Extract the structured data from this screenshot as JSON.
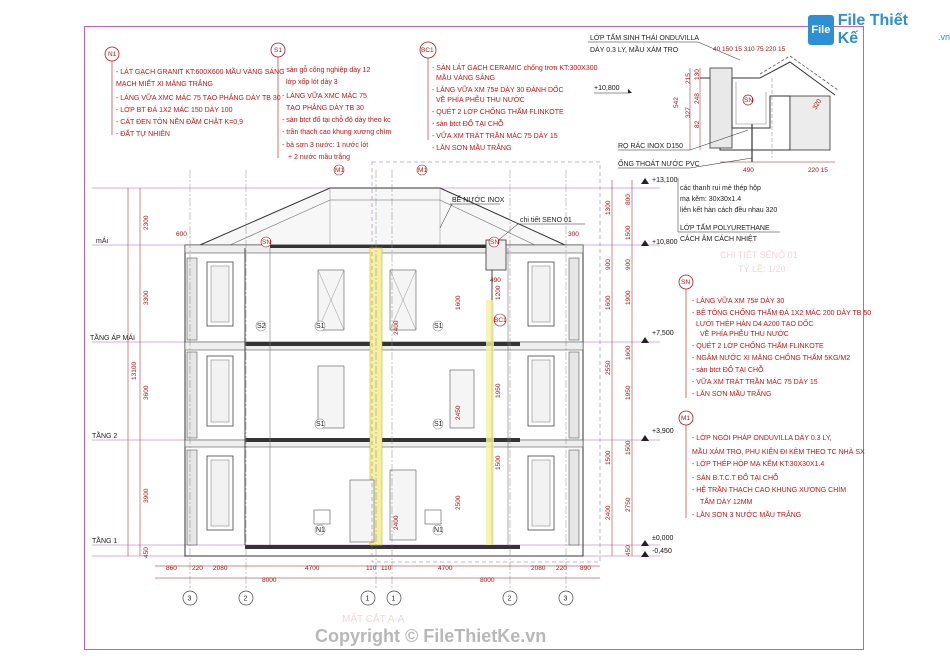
{
  "brand": {
    "name": "File Thiết Kế",
    "domain": ".vn",
    "mark": "File"
  },
  "copyright": "Copyright © FileThietKe.vn",
  "notes": {
    "N1": {
      "tag": "N1",
      "lines": [
        "- LÁT GẠCH GRANIT  KT:600X600 MẦU VÀNG SÁNG",
        "MẠCH MIẾT XI MĂNG TRẮNG",
        "- LÁNG VỮA XMC MÁC 75  TẠO PHẲNG DÀY TB 30",
        "- LỚP BT ĐÁ 1X2 MÁC 150 DÀY 100",
        "- CÁT ĐEN TÔN NỀN ĐẦM CHẶT K=0,9",
        "- ĐẤT TỰ NHIÊN"
      ]
    },
    "S1": {
      "tag": "S1",
      "lines": [
        "- sàn gỗ công nghiệp dày 12",
        "lớp xốp lót dày 3",
        "- LÁNG VỮA XMC MÁC 75",
        "TẠO PHẲNG DÀY TB 30",
        "- sàn btct đổ tại chỗ độ dày theo kc",
        "- trần thạch cao khung xương chìm",
        "- bả sơn 3 nước: 1 nước lót",
        "+ 2 nước mầu trắng"
      ]
    },
    "BC1": {
      "tag": "BC1",
      "lines": [
        "- SÀN LÁT GẠCH CERAMIC chống trơn KT:300X300",
        "MẦU VÀNG SÁNG",
        "- LÁNG VỮA XM  75# DÀY 30 ĐÁNH DỐC",
        "VỀ PHÍA PHỄU THU NƯỚC",
        "- QUÉT 2 LỚP CHỐNG THẤM FLINKOTE",
        "- sàn btct ĐỔ TẠI CHỖ",
        "- VỮA XM TRÁT TRẦN MÁC 75 DÀY 15",
        "- LĂN SƠN  MẦU TRẮNG"
      ]
    },
    "SN": {
      "tag": "SN",
      "lines": [
        "- LÁNG VỮA XM 75# DÀY 30",
        "- BÊ TÔNG CHỐNG THẤM ĐÁ 1X2 MÁC 200 DÀY TB 50",
        "LƯỚI THÉP HÀN D4 A200 TẠO DỐC",
        "VỀ PHÍA PHỄU THU NƯỚC",
        "- QUÉT 2 LỚP CHỐNG THẤM FLINKOTE",
        "- NGÂM NƯỚC XI MĂNG CHỐNG THẤM 5KG/M2",
        "- sàn btct ĐỔ TẠI CHỖ",
        "- VỮA XM TRÁT TRẦN MÁC 75 DÀY 15",
        "- LĂN SƠN  MẦU TRẮNG"
      ]
    },
    "M1": {
      "tag": "M1",
      "lines": [
        "- LỚP NGÓI PHÁP ONDUVILLA DÀY 0.3 LY,",
        "MẦU XÁM TRO, PHỤ KIỆN ĐI KÈM THEO TC NHÀ SX",
        "- LỚP THÉP HỘP MẠ KẼM KT:30X30X1.4",
        "- SÀN B.T.C.T ĐỔ TẠI CHỖ",
        "- HỆ TRẦN THẠCH CAO KHUNG XƯƠNG CHÌM",
        "TẤM DÀY 12MM",
        "- LĂN SƠN 3 NƯỚC MẦU TRẮNG"
      ]
    }
  },
  "detail": {
    "title_lines": [
      "LỚP TẤM SINH THÁI ONDUVILLA",
      "DÀY 0.3 LY, MẦU XÁM TRO"
    ],
    "top_dims": "40 150 15  310  75 220 15",
    "left_dims": [
      "542",
      "215",
      "327",
      "130",
      "248",
      "82"
    ],
    "right_dim": "320",
    "bottom_dims": [
      "490",
      "220 15"
    ],
    "level": "+10,800",
    "tag": "SN",
    "labels": [
      "RỌ RÁC INOX D150",
      "ỐNG THOÁT NƯỚC PVC"
    ],
    "notes": [
      "các thanh rui mè thép hộp",
      "mạ kẽm: 30x30x1.4",
      "liên kết hàn cách đều nhau 320",
      "",
      "LỚP TẤM POLYURETHANE",
      "CÁCH ÂM CÁCH NHIỆT"
    ],
    "caption": "CHI TIẾT SÊNÔ 01",
    "scale": "TỶ LỆ: 1/20"
  },
  "section": {
    "labels": {
      "tank": "BỂ NƯỚC INOX",
      "seno": "chi tiết SENO 01"
    },
    "title": "MẶT CẮT A-A",
    "floor_labels": [
      "mÁi",
      "TẦNG ÁP MÁI",
      "TẦNG 2",
      "TẦNG 1"
    ],
    "levels": [
      "+13,100",
      "+10,800",
      "+7,500",
      "+3,900",
      "±0,000",
      "-0,450"
    ],
    "left_dims": [
      "2300",
      "3300",
      "3600",
      "3900",
      "450",
      "13100"
    ],
    "right_dims_outer": [
      "800",
      "1500",
      "900",
      "1900",
      "1600",
      "1950",
      "1500",
      "2750",
      "450"
    ],
    "right_dims_inner": [
      "1300",
      "900",
      "1600",
      "2550",
      "1500",
      "2400"
    ],
    "bottom_dims_1": [
      "860",
      "220",
      "2080",
      "4700",
      "110",
      "110",
      "4700",
      "2080",
      "220",
      "890"
    ],
    "bottom_dims_2": [
      "8000",
      "8000"
    ],
    "axes": [
      "3",
      "2",
      "1",
      "1",
      "2",
      "3"
    ],
    "tags": [
      "S1",
      "S1",
      "S1",
      "S2",
      "S1",
      "S1",
      "N1",
      "N1",
      "M1",
      "M1",
      "SN",
      "SN",
      "BC1"
    ],
    "inner_dims": [
      "1600",
      "2400",
      "2450",
      "2500",
      "2400",
      "1500",
      "1950",
      "600",
      "1200",
      "490"
    ],
    "small_dims": [
      "600",
      "300",
      "900",
      "1300"
    ]
  }
}
